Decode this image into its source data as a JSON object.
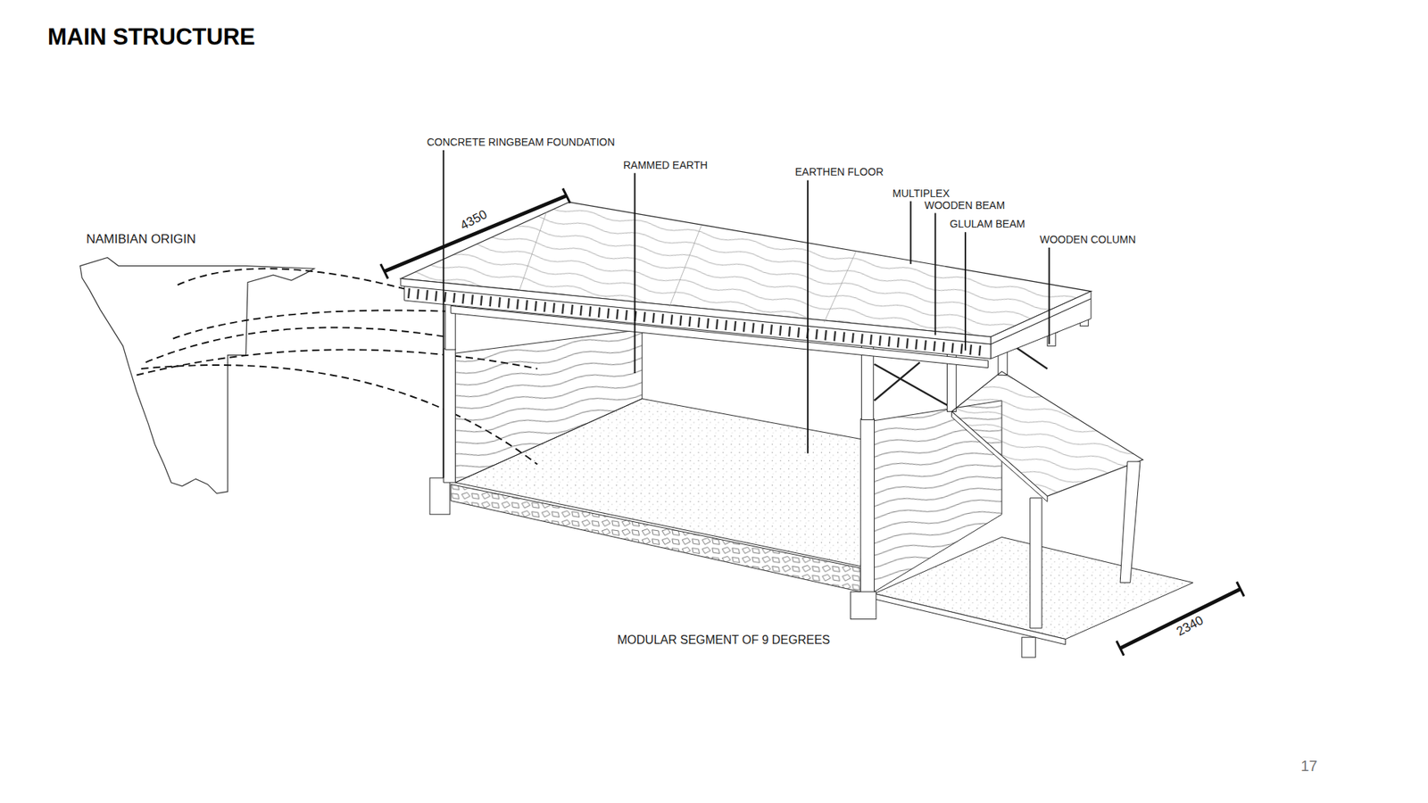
{
  "diagram": {
    "title": "MAIN STRUCTURE",
    "caption": "MODULAR SEGMENT OF 9 DEGREES",
    "labels": [
      "NAMIBIAN ORIGIN",
      "CONCRETE RINGBEAM FOUNDATION",
      "RAMMED EARTH",
      "EARTHEN FLOOR",
      "MULTIPLEX",
      "WOODEN BEAM",
      "GLULAM BEAM",
      "WOODEN COLUMN",
      "4350",
      "2340",
      "17"
    ]
  }
}
